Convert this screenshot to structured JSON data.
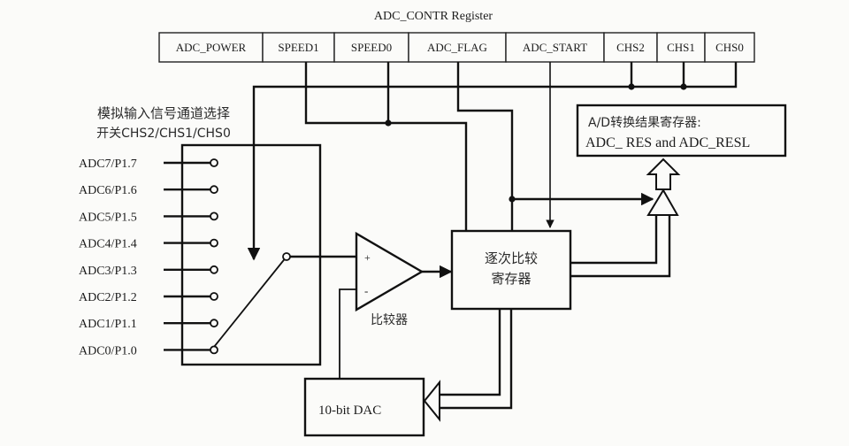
{
  "register": {
    "title": "ADC_CONTR Register",
    "bits": [
      "ADC_POWER",
      "SPEED1",
      "SPEED0",
      "ADC_FLAG",
      "ADC_START",
      "CHS2",
      "CHS1",
      "CHS0"
    ]
  },
  "mux": {
    "caption_line1": "模拟输入信号通道选择",
    "caption_line2": "开关CHS2/CHS1/CHS0",
    "channels": [
      "ADC7/P1.7",
      "ADC6/P1.6",
      "ADC5/P1.5",
      "ADC4/P1.4",
      "ADC3/P1.3",
      "ADC2/P1.2",
      "ADC1/P1.1",
      "ADC0/P1.0"
    ],
    "selected_channel": "ADC0/P1.0"
  },
  "comparator": {
    "label": "比较器",
    "plus": "+",
    "minus": "-"
  },
  "sar": {
    "line1": "逐次比较",
    "line2": "寄存器"
  },
  "result": {
    "line1": "A/D转换结果寄存器:",
    "line2": "ADC_ RES and ADC_RESL"
  },
  "dac": {
    "label": "10-bit DAC"
  }
}
